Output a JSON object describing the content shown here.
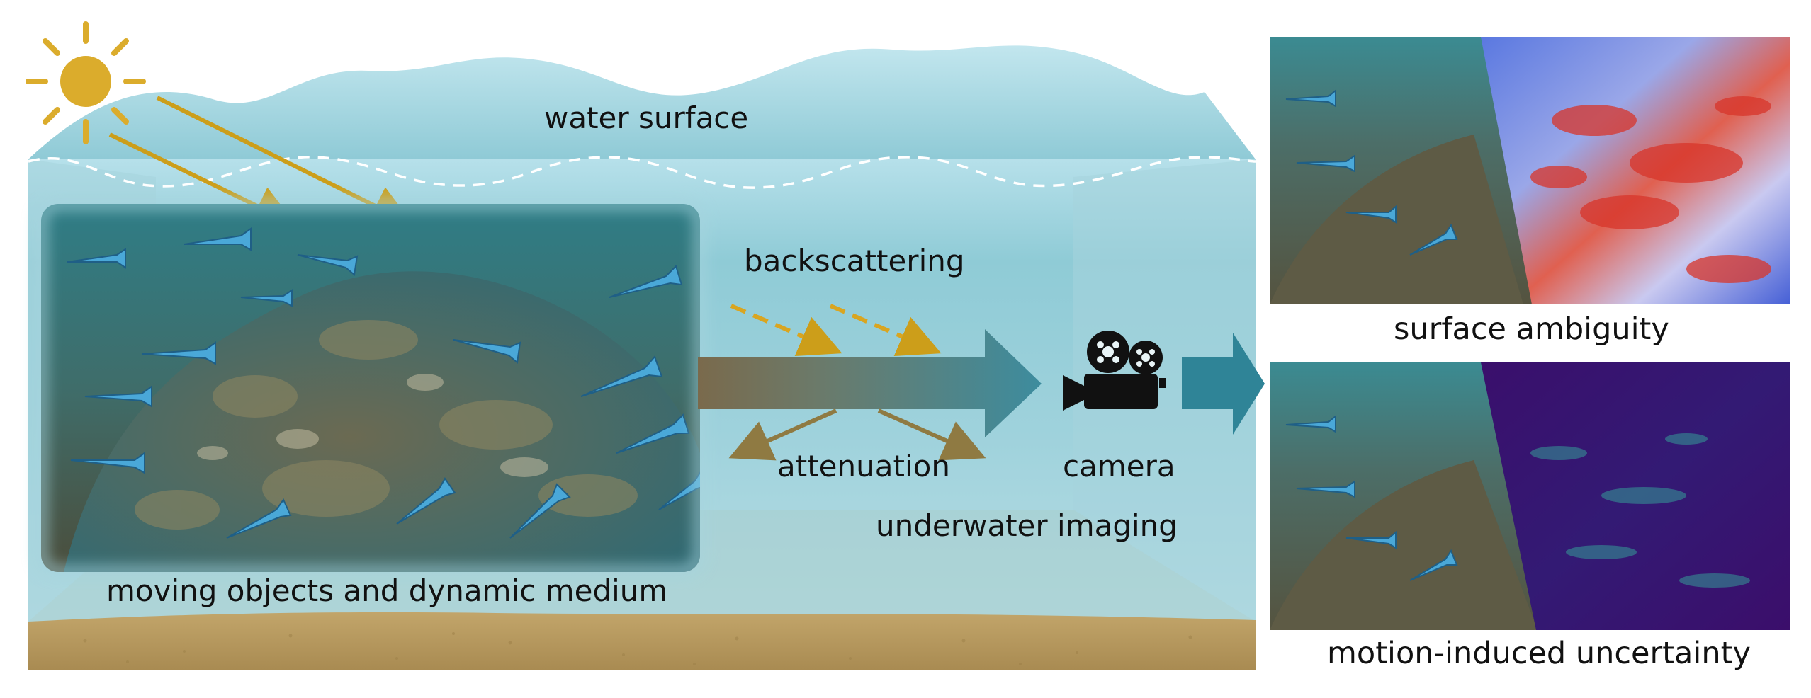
{
  "labels": {
    "water_surface": "water surface",
    "backscattering": "backscattering",
    "attenuation": "attenuation",
    "camera": "camera",
    "underwater_imaging": "underwater imaging",
    "moving_objects": "moving objects and dynamic medium",
    "surface_ambiguity": "surface ambiguity",
    "motion_uncertainty": "motion-induced uncertainty"
  },
  "icons": {
    "sun": "sun-icon",
    "camera": "movie-camera-icon"
  },
  "colors": {
    "water_top": "#b4dde8",
    "water_mid": "#8ecbd6",
    "water_deep": "#a8d6e0",
    "sand": "#b89a5e",
    "sun": "#dbac2c",
    "light_ray": "#cc9e1a",
    "attenuation_arrow": "#8f7a42",
    "beam_start": "#7a6a4a",
    "beam_end": "#3f8d9e",
    "ambiguity_high": "#d8352a",
    "ambiguity_low": "#4a66d8",
    "uncertainty_bg": "#3b0e6b",
    "uncertainty_high": "#35b8a0"
  }
}
